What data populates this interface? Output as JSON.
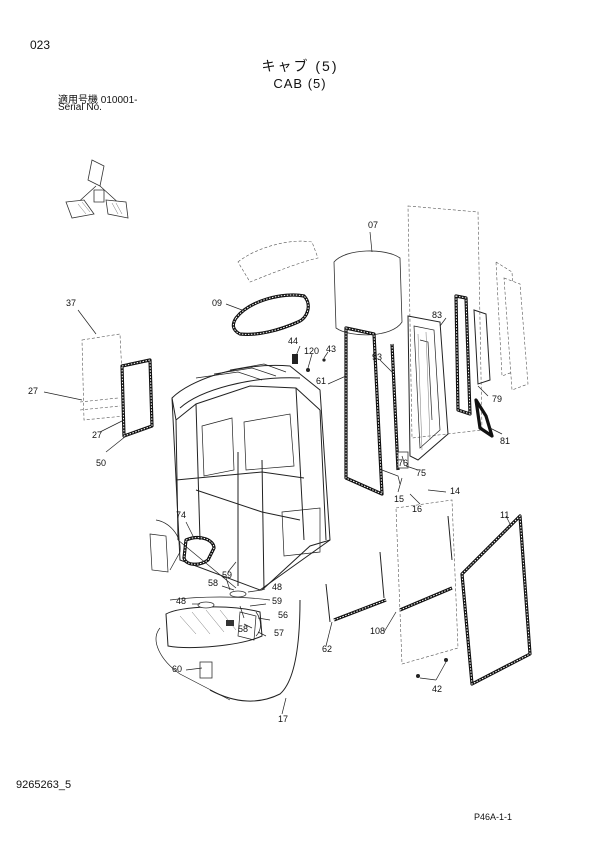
{
  "header": {
    "page_number": "023",
    "title_jp": "キャブ (5)",
    "title_en": "CAB (5)",
    "serial_label_jp": "適用号機 010001-",
    "serial_label_en": "Serial No."
  },
  "footer": {
    "drawing_code": "9265263_5",
    "sheet_code": "P46A-1-1"
  },
  "callouts": [
    {
      "id": "c07",
      "label": "07"
    },
    {
      "id": "c09",
      "label": "09"
    },
    {
      "id": "c37",
      "label": "37"
    },
    {
      "id": "c27a",
      "label": "27"
    },
    {
      "id": "c27b",
      "label": "27"
    },
    {
      "id": "c50",
      "label": "50"
    },
    {
      "id": "c44",
      "label": "44"
    },
    {
      "id": "c120",
      "label": "120"
    },
    {
      "id": "c43",
      "label": "43"
    },
    {
      "id": "c61",
      "label": "61"
    },
    {
      "id": "c93",
      "label": "93"
    },
    {
      "id": "c83",
      "label": "83"
    },
    {
      "id": "c79",
      "label": "79"
    },
    {
      "id": "c81",
      "label": "81"
    },
    {
      "id": "c76",
      "label": "76"
    },
    {
      "id": "c75",
      "label": "75"
    },
    {
      "id": "c15",
      "label": "15"
    },
    {
      "id": "c14",
      "label": "14"
    },
    {
      "id": "c16",
      "label": "16"
    },
    {
      "id": "c11",
      "label": "11"
    },
    {
      "id": "c74",
      "label": "74"
    },
    {
      "id": "c59a",
      "label": "59"
    },
    {
      "id": "c58a",
      "label": "58"
    },
    {
      "id": "c48a",
      "label": "48"
    },
    {
      "id": "c48b",
      "label": "48"
    },
    {
      "id": "c59b",
      "label": "59"
    },
    {
      "id": "c56",
      "label": "56"
    },
    {
      "id": "c58b",
      "label": "58"
    },
    {
      "id": "c57",
      "label": "57"
    },
    {
      "id": "c62",
      "label": "62"
    },
    {
      "id": "c108",
      "label": "108"
    },
    {
      "id": "c42",
      "label": "42"
    },
    {
      "id": "c60",
      "label": "60"
    },
    {
      "id": "c17",
      "label": "17"
    }
  ]
}
